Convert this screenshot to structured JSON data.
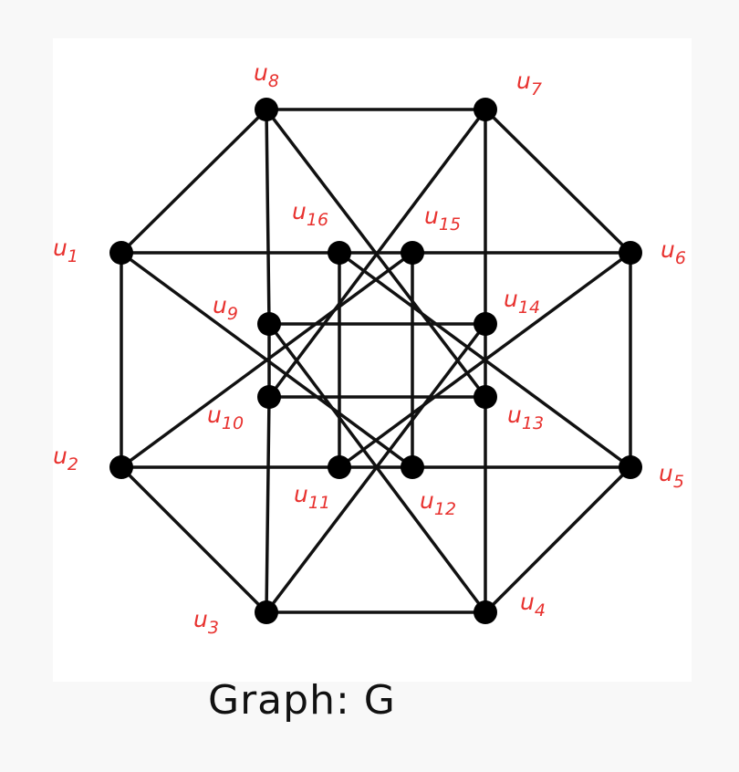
{
  "caption": "Graph: G",
  "colors": {
    "edge": "#111111",
    "vertex": "#000000",
    "label": "#e8322f",
    "background": "#f8f8f8",
    "panel": "#ffffff"
  },
  "vertices": [
    {
      "id": "u1",
      "label": "u1"
    },
    {
      "id": "u2",
      "label": "u2"
    },
    {
      "id": "u3",
      "label": "u3"
    },
    {
      "id": "u4",
      "label": "u4"
    },
    {
      "id": "u5",
      "label": "u5"
    },
    {
      "id": "u6",
      "label": "u6"
    },
    {
      "id": "u7",
      "label": "u7"
    },
    {
      "id": "u8",
      "label": "u8"
    },
    {
      "id": "u9",
      "label": "u9"
    },
    {
      "id": "u10",
      "label": "u10"
    },
    {
      "id": "u11",
      "label": "u11"
    },
    {
      "id": "u12",
      "label": "u12"
    },
    {
      "id": "u13",
      "label": "u13"
    },
    {
      "id": "u14",
      "label": "u14"
    },
    {
      "id": "u15",
      "label": "u15"
    },
    {
      "id": "u16",
      "label": "u16"
    }
  ],
  "edges": [
    [
      "u1",
      "u2"
    ],
    [
      "u2",
      "u3"
    ],
    [
      "u3",
      "u4"
    ],
    [
      "u4",
      "u5"
    ],
    [
      "u5",
      "u6"
    ],
    [
      "u6",
      "u7"
    ],
    [
      "u7",
      "u8"
    ],
    [
      "u8",
      "u1"
    ],
    [
      "u1",
      "u16"
    ],
    [
      "u2",
      "u11"
    ],
    [
      "u3",
      "u10"
    ],
    [
      "u4",
      "u13"
    ],
    [
      "u5",
      "u12"
    ],
    [
      "u6",
      "u15"
    ],
    [
      "u7",
      "u14"
    ],
    [
      "u8",
      "u9"
    ],
    [
      "u1",
      "u12"
    ],
    [
      "u2",
      "u15"
    ],
    [
      "u3",
      "u14"
    ],
    [
      "u4",
      "u9"
    ],
    [
      "u5",
      "u16"
    ],
    [
      "u6",
      "u11"
    ],
    [
      "u7",
      "u10"
    ],
    [
      "u8",
      "u13"
    ],
    [
      "u9",
      "u10"
    ],
    [
      "u10",
      "u13"
    ],
    [
      "u13",
      "u14"
    ],
    [
      "u14",
      "u9"
    ],
    [
      "u11",
      "u12"
    ],
    [
      "u12",
      "u15"
    ],
    [
      "u15",
      "u16"
    ],
    [
      "u16",
      "u11"
    ]
  ]
}
